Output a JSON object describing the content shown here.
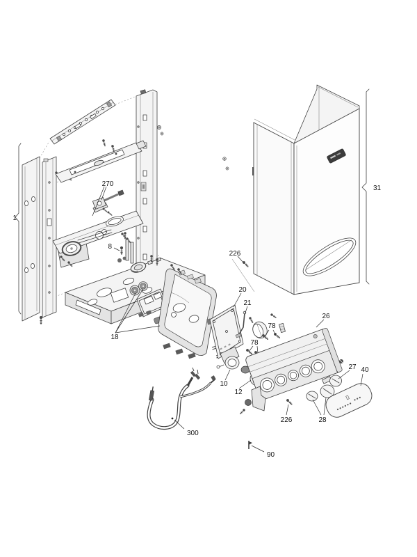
{
  "diagram": {
    "background": "#ffffff",
    "line_color": "#3f3f3f",
    "label_color": "#111111",
    "callouts": [
      {
        "id": "frame-assembly",
        "label": "1"
      },
      {
        "id": "screw-8",
        "label": "8"
      },
      {
        "id": "potentiometer-10",
        "label": "10"
      },
      {
        "id": "knob-12",
        "label": "12"
      },
      {
        "id": "grommets-18",
        "label": "18"
      },
      {
        "id": "pcb-20",
        "label": "20"
      },
      {
        "id": "link-wire-21",
        "label": "21"
      },
      {
        "id": "control-panel-26",
        "label": "26"
      },
      {
        "id": "knob-27",
        "label": "27"
      },
      {
        "id": "knobs-28",
        "label": "28"
      },
      {
        "id": "outer-case-31",
        "label": "31"
      },
      {
        "id": "facia-panel-40",
        "label": "40"
      },
      {
        "id": "screws-78-upper",
        "label": "78"
      },
      {
        "id": "screws-78-lower",
        "label": "78"
      },
      {
        "id": "clip-90",
        "label": "90"
      },
      {
        "id": "screw-226-case",
        "label": "226"
      },
      {
        "id": "screw-226-panel",
        "label": "226"
      },
      {
        "id": "gas-cock-270",
        "label": "270"
      },
      {
        "id": "cable-300",
        "label": "300"
      }
    ]
  }
}
